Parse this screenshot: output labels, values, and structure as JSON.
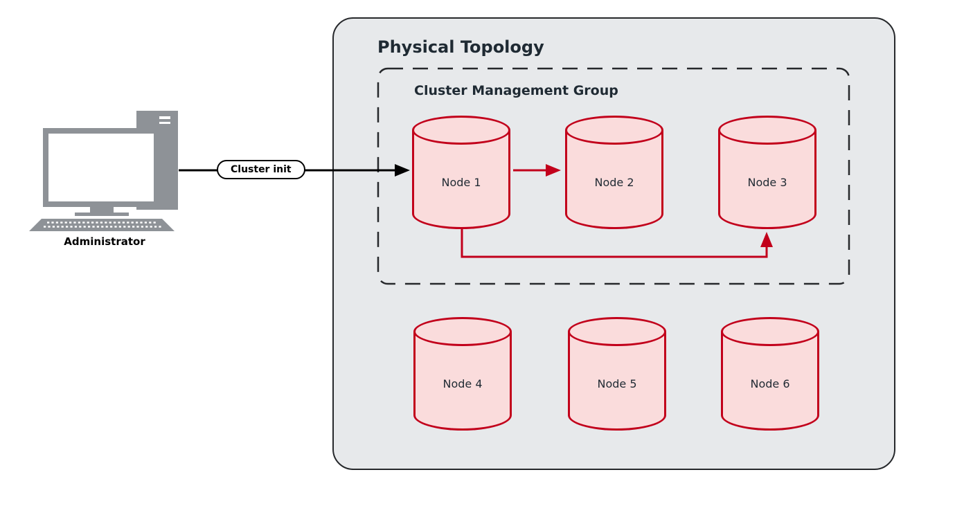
{
  "diagram": {
    "title": "Physical Topology",
    "group": {
      "title": "Cluster Management Group"
    },
    "actor": {
      "label": "Administrator"
    },
    "edges": {
      "init_label": "Cluster init"
    },
    "nodes": [
      {
        "label": "Node 1"
      },
      {
        "label": "Node 2"
      },
      {
        "label": "Node 3"
      },
      {
        "label": "Node 4"
      },
      {
        "label": "Node 5"
      },
      {
        "label": "Node 6"
      }
    ],
    "colors": {
      "node_fill": "#fadcdc",
      "node_stroke": "#c2001b",
      "arrow_red": "#c2001b",
      "arrow_black": "#000000",
      "panel_fill": "#e7e9eb",
      "panel_stroke": "#26282b",
      "group_stroke": "#26282b",
      "text_dark": "#1f2a33",
      "actor_gray": "#8e9297"
    }
  }
}
